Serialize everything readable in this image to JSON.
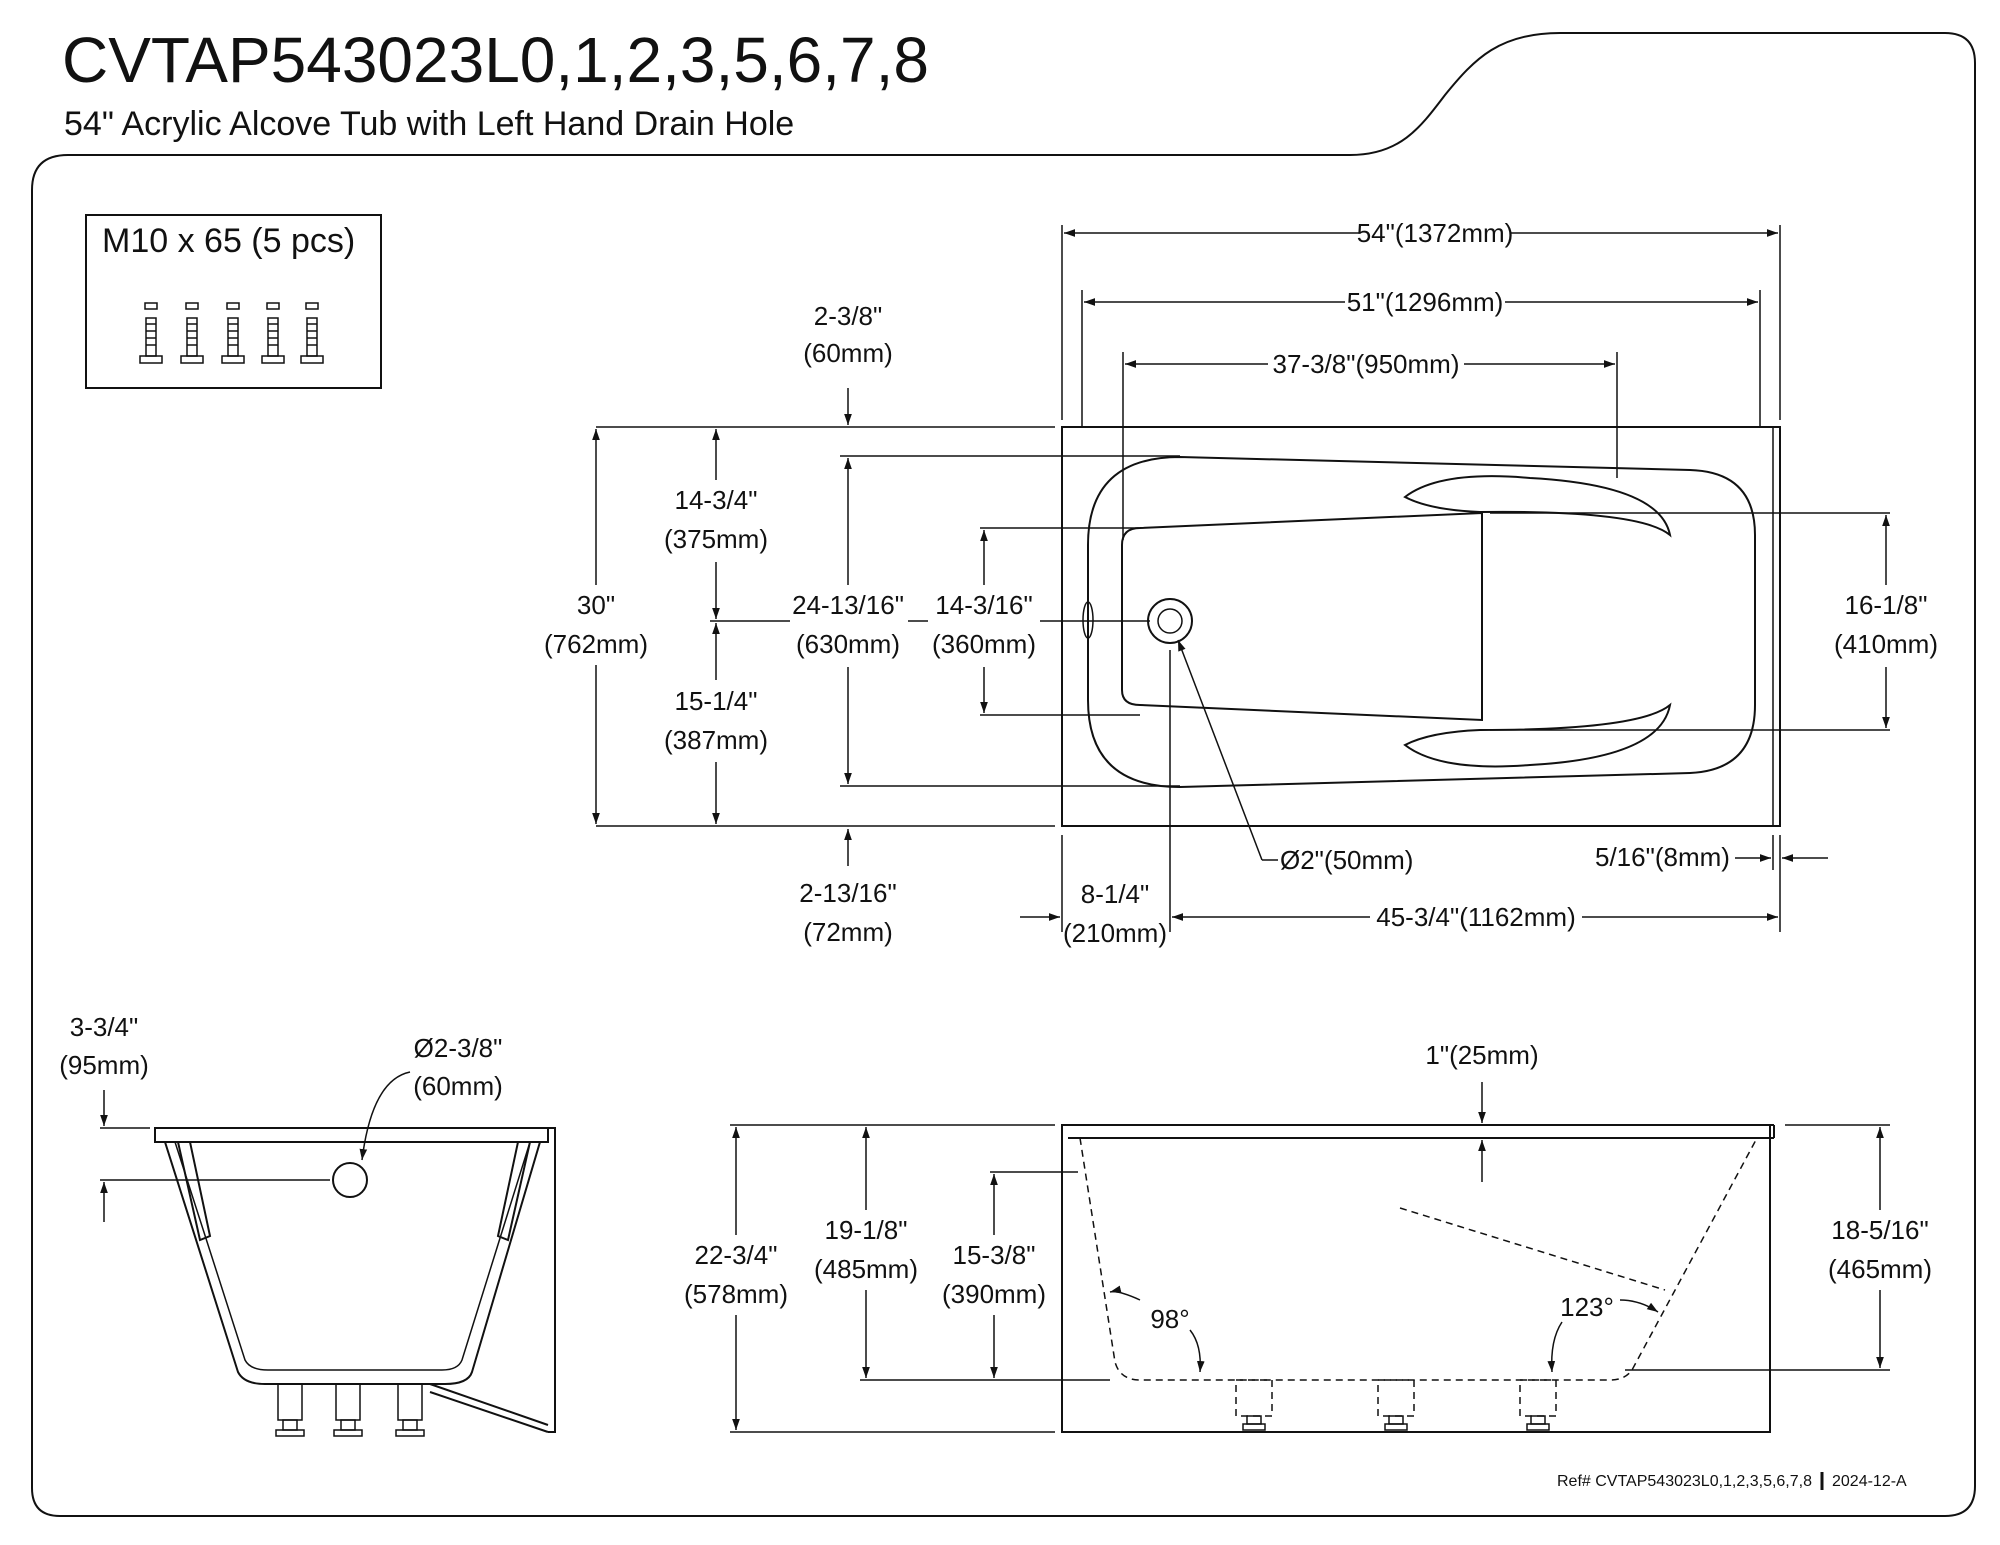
{
  "header": {
    "model": "CVTAP543023L0,1,2,3,5,6,7,8",
    "description": "54\" Acrylic Alcove Tub with Left Hand Drain Hole"
  },
  "hardware": {
    "label": "M10 x 65 (5 pcs)",
    "count": 5
  },
  "top_view": {
    "overall_length": "54\"(1372mm)",
    "inner_length": "51\"(1296mm)",
    "basin_length": "37-3/8\"(950mm)",
    "apron_offset": [
      "2-3/8\"",
      "(60mm)"
    ],
    "upper_half": [
      "14-3/4\"",
      "(375mm)"
    ],
    "overall_width": [
      "30\"",
      "(762mm)"
    ],
    "lower_half": [
      "15-1/4\"",
      "(387mm)"
    ],
    "inner_width": [
      "24-13/16\"",
      "(630mm)"
    ],
    "floor_width": [
      "14-3/16\"",
      "(360mm)"
    ],
    "armrest_width": [
      "16-1/8\"",
      "(410mm)"
    ],
    "bottom_offset": [
      "2-13/16\"",
      "(72mm)"
    ],
    "drain_diameter": "Ø2\"(50mm)",
    "flange": "5/16\"(8mm)",
    "drain_offset": [
      "8-1/4\"",
      "(210mm)"
    ],
    "drain_to_end": "45-3/4\"(1162mm)"
  },
  "end_view": {
    "overflow_height": [
      "3-3/4\"",
      "(95mm)"
    ],
    "overflow_diameter": [
      "Ø2-3/8\"",
      "(60mm)"
    ]
  },
  "side_view": {
    "rim_thickness": "1\"(25mm)",
    "overall_height": [
      "22-3/4\"",
      "(578mm)"
    ],
    "depth": [
      "19-1/8\"",
      "(485mm)"
    ],
    "overflow_depth": [
      "15-3/8\"",
      "(390mm)"
    ],
    "inner_depth": [
      "18-5/16\"",
      "(465mm)"
    ],
    "angle_left": "98°",
    "angle_right": "123°"
  },
  "footer": {
    "ref": "Ref# CVTAP543023L0,1,2,3,5,6,7,8",
    "revision": "2024-12-A"
  }
}
